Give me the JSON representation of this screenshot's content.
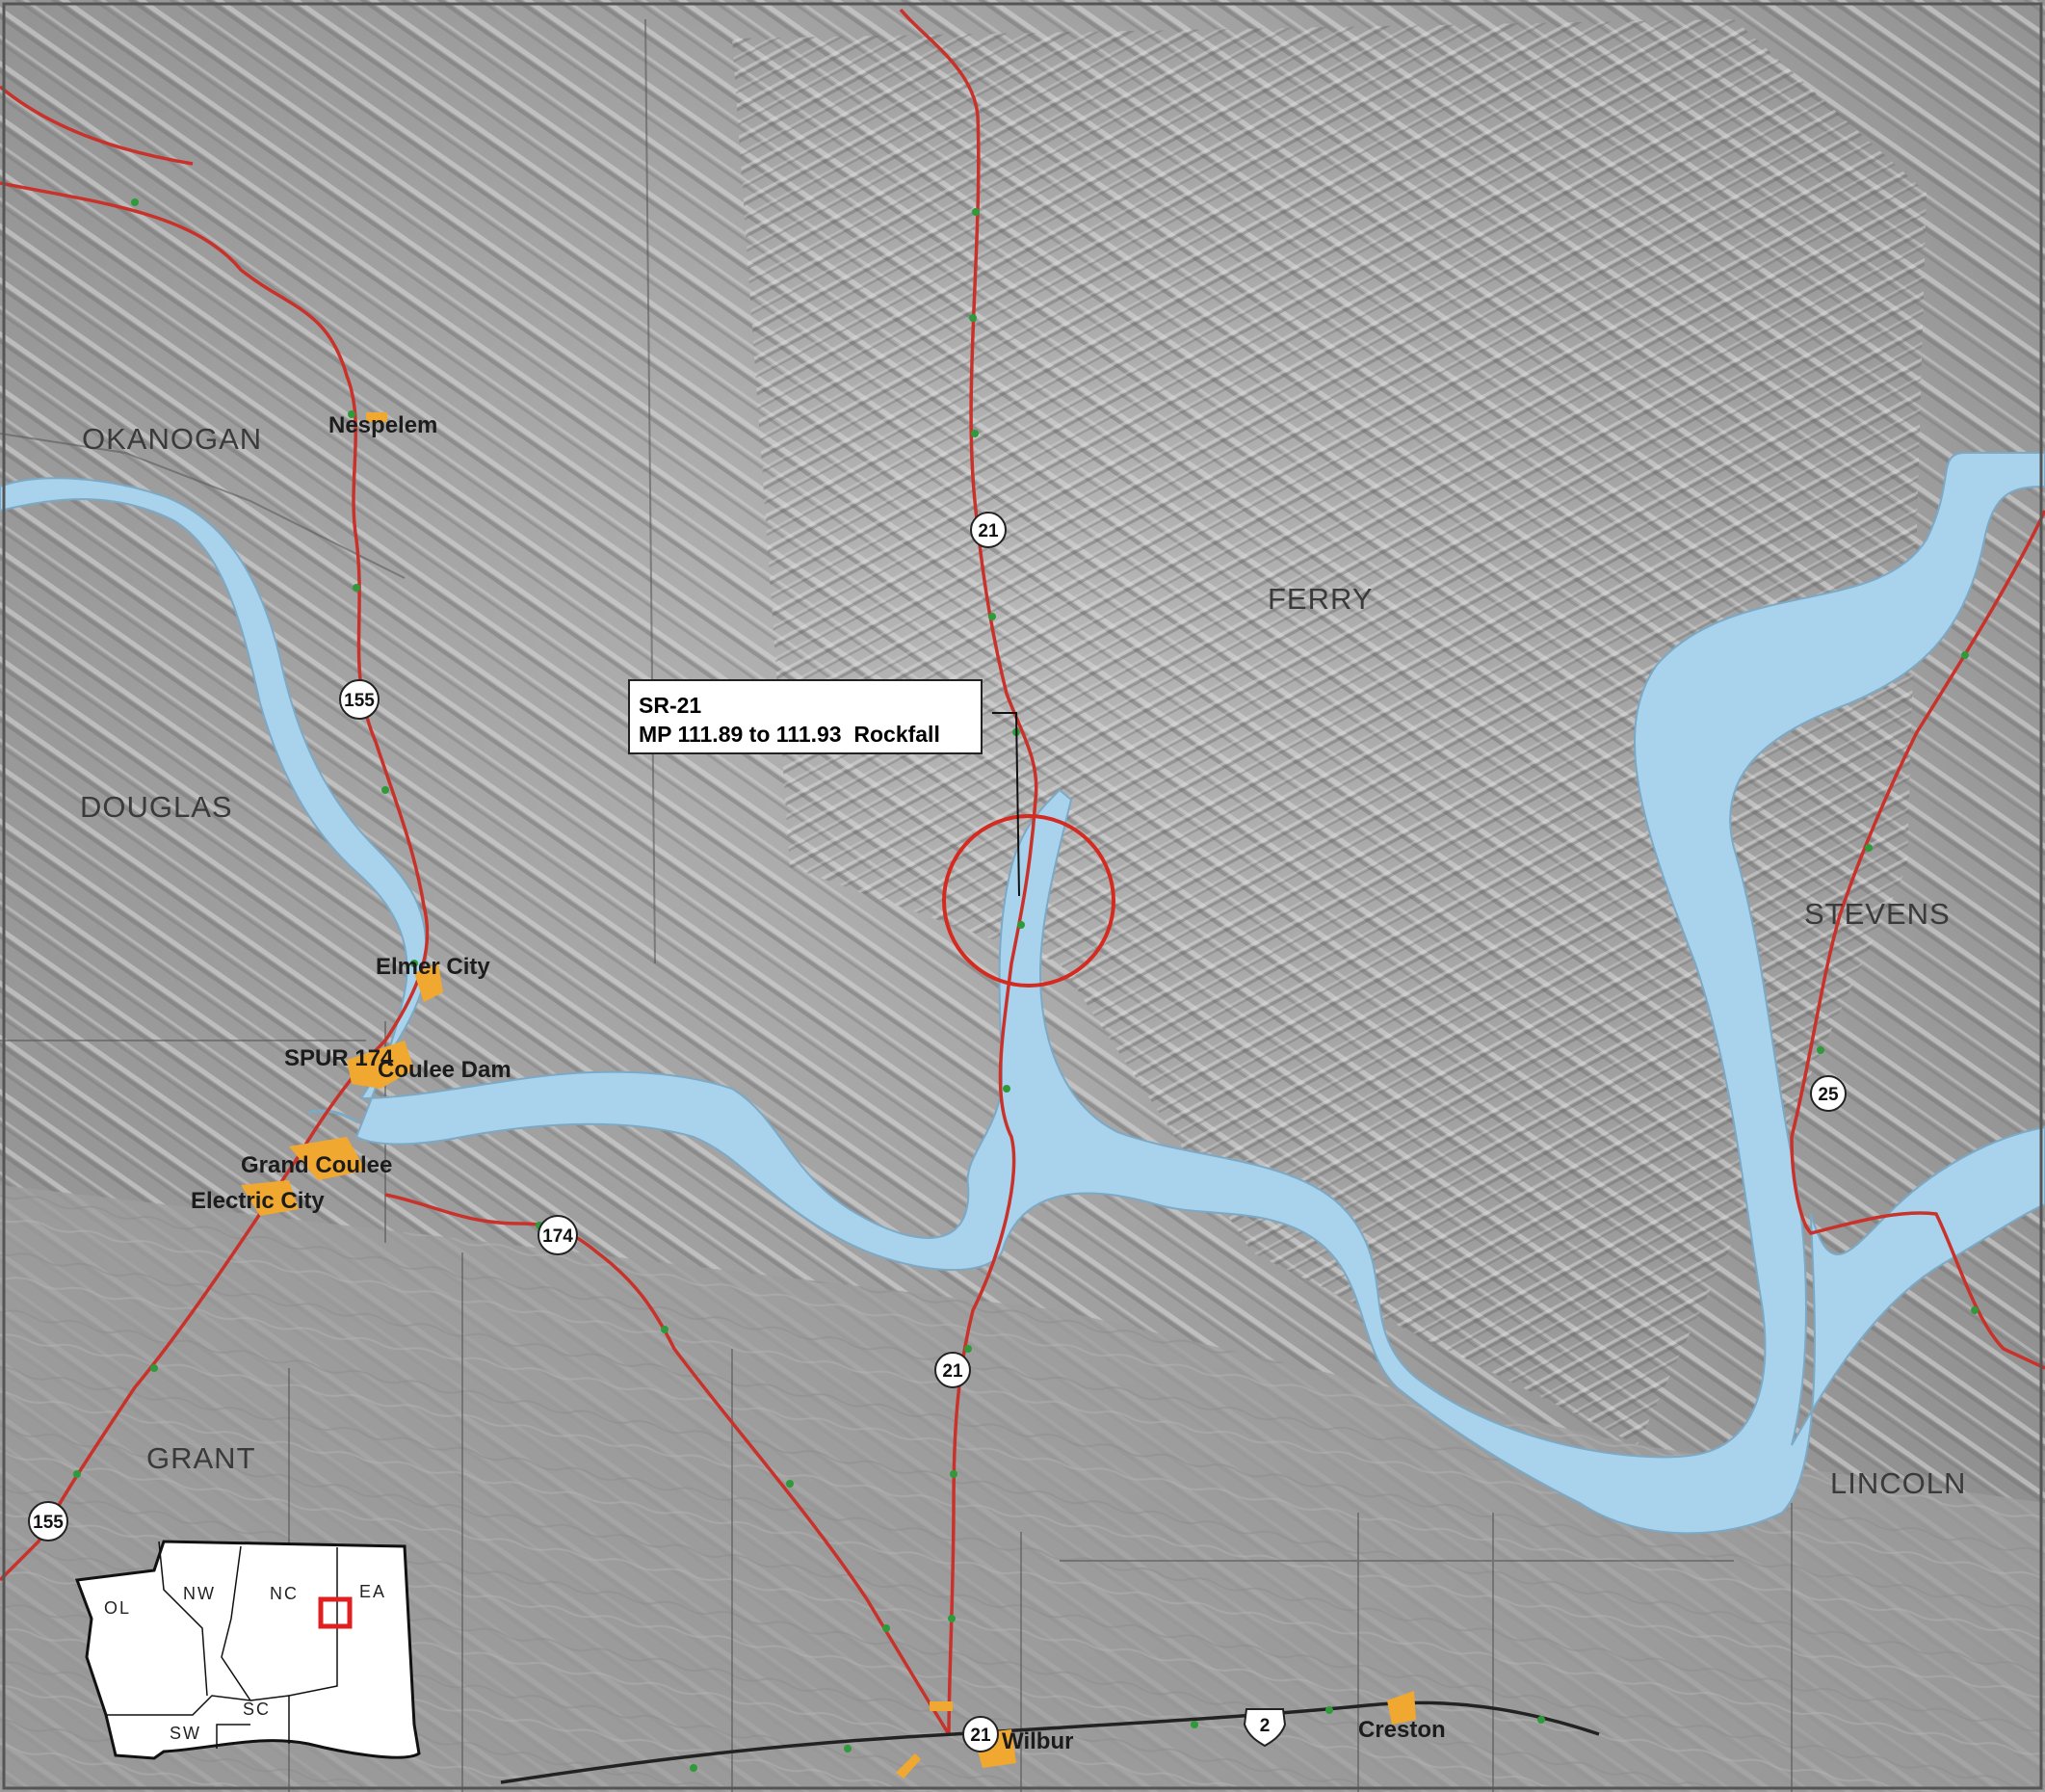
{
  "map": {
    "callout": {
      "route": "SR-21",
      "detail": "MP 111.89 to 111.93  Rockfall"
    },
    "counties": {
      "okanogan": "OKANOGAN",
      "douglas": "DOUGLAS",
      "ferry": "FERRY",
      "stevens": "STEVENS",
      "grant": "GRANT",
      "lincoln": "LINCOLN"
    },
    "towns": {
      "nespelem": "Nespelem",
      "elmer_city": "Elmer City",
      "coulee_dam": "Coulee Dam",
      "grand_coulee": "Grand Coulee",
      "electric_city": "Electric City",
      "wilbur": "Wilbur",
      "creston": "Creston",
      "spur": "SPUR 174"
    },
    "shields": {
      "sr21_north": "21",
      "sr155_north": "155",
      "sr174": "174",
      "sr21_mid": "21",
      "sr21_wilbur": "21",
      "sr25": "25",
      "sr155_south": "155",
      "us2": "2"
    },
    "inset": {
      "regions": [
        "OL",
        "NW",
        "NC",
        "EA",
        "SW",
        "SC"
      ]
    },
    "colors": {
      "terrain": "#9c9c9c",
      "water": "#a9d3ec",
      "state_route": "#c8322a",
      "us_route": "#222222",
      "milepost_dot": "#2e9a3a",
      "town": "#f0a830",
      "site_circle": "#d42a1f",
      "inset_marker": "#e02020"
    }
  }
}
